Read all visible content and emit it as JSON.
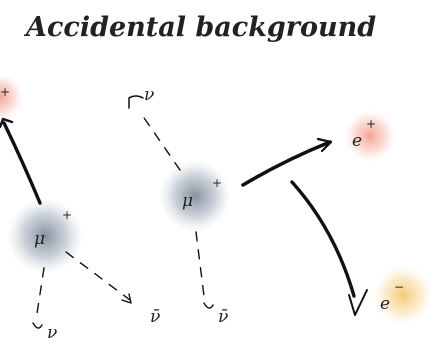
{
  "title": "Accidental background",
  "particles": {
    "muon": "μ",
    "muon_charge": "+",
    "positron": "e",
    "positron_charge": "+",
    "electron": "e",
    "electron_charge": "−",
    "neutrino": "ν",
    "antineutrino": "ν̄"
  },
  "colors": {
    "muon_blob": "#8a9aa8",
    "positron_blob": "#f0a090",
    "electron_blob": "#f6c46a",
    "ink": "#111111"
  }
}
